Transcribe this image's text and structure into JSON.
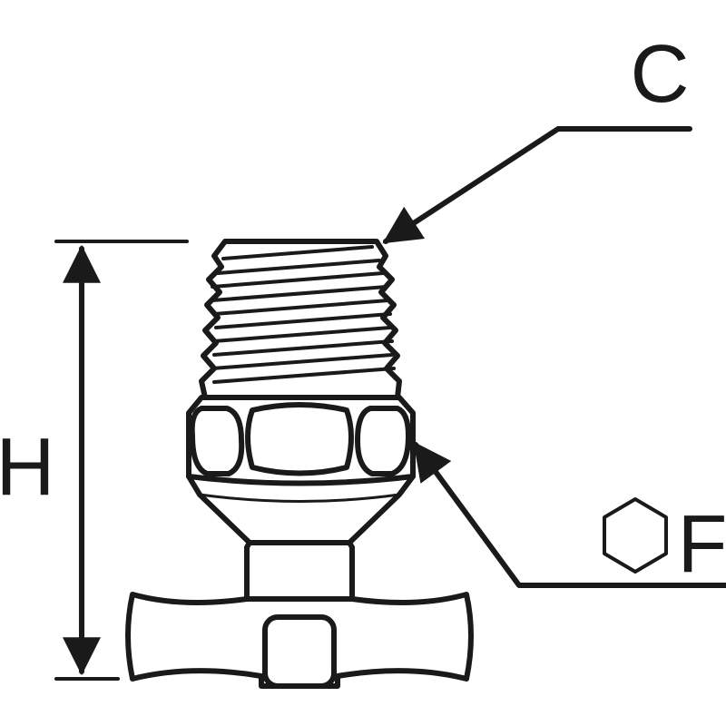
{
  "labels": {
    "thread": "C",
    "height": "H",
    "hex": "F"
  },
  "colors": {
    "line": "#1a1a1a",
    "background": "#ffffff"
  },
  "icons": {
    "hex_symbol": "hexagon-icon"
  }
}
